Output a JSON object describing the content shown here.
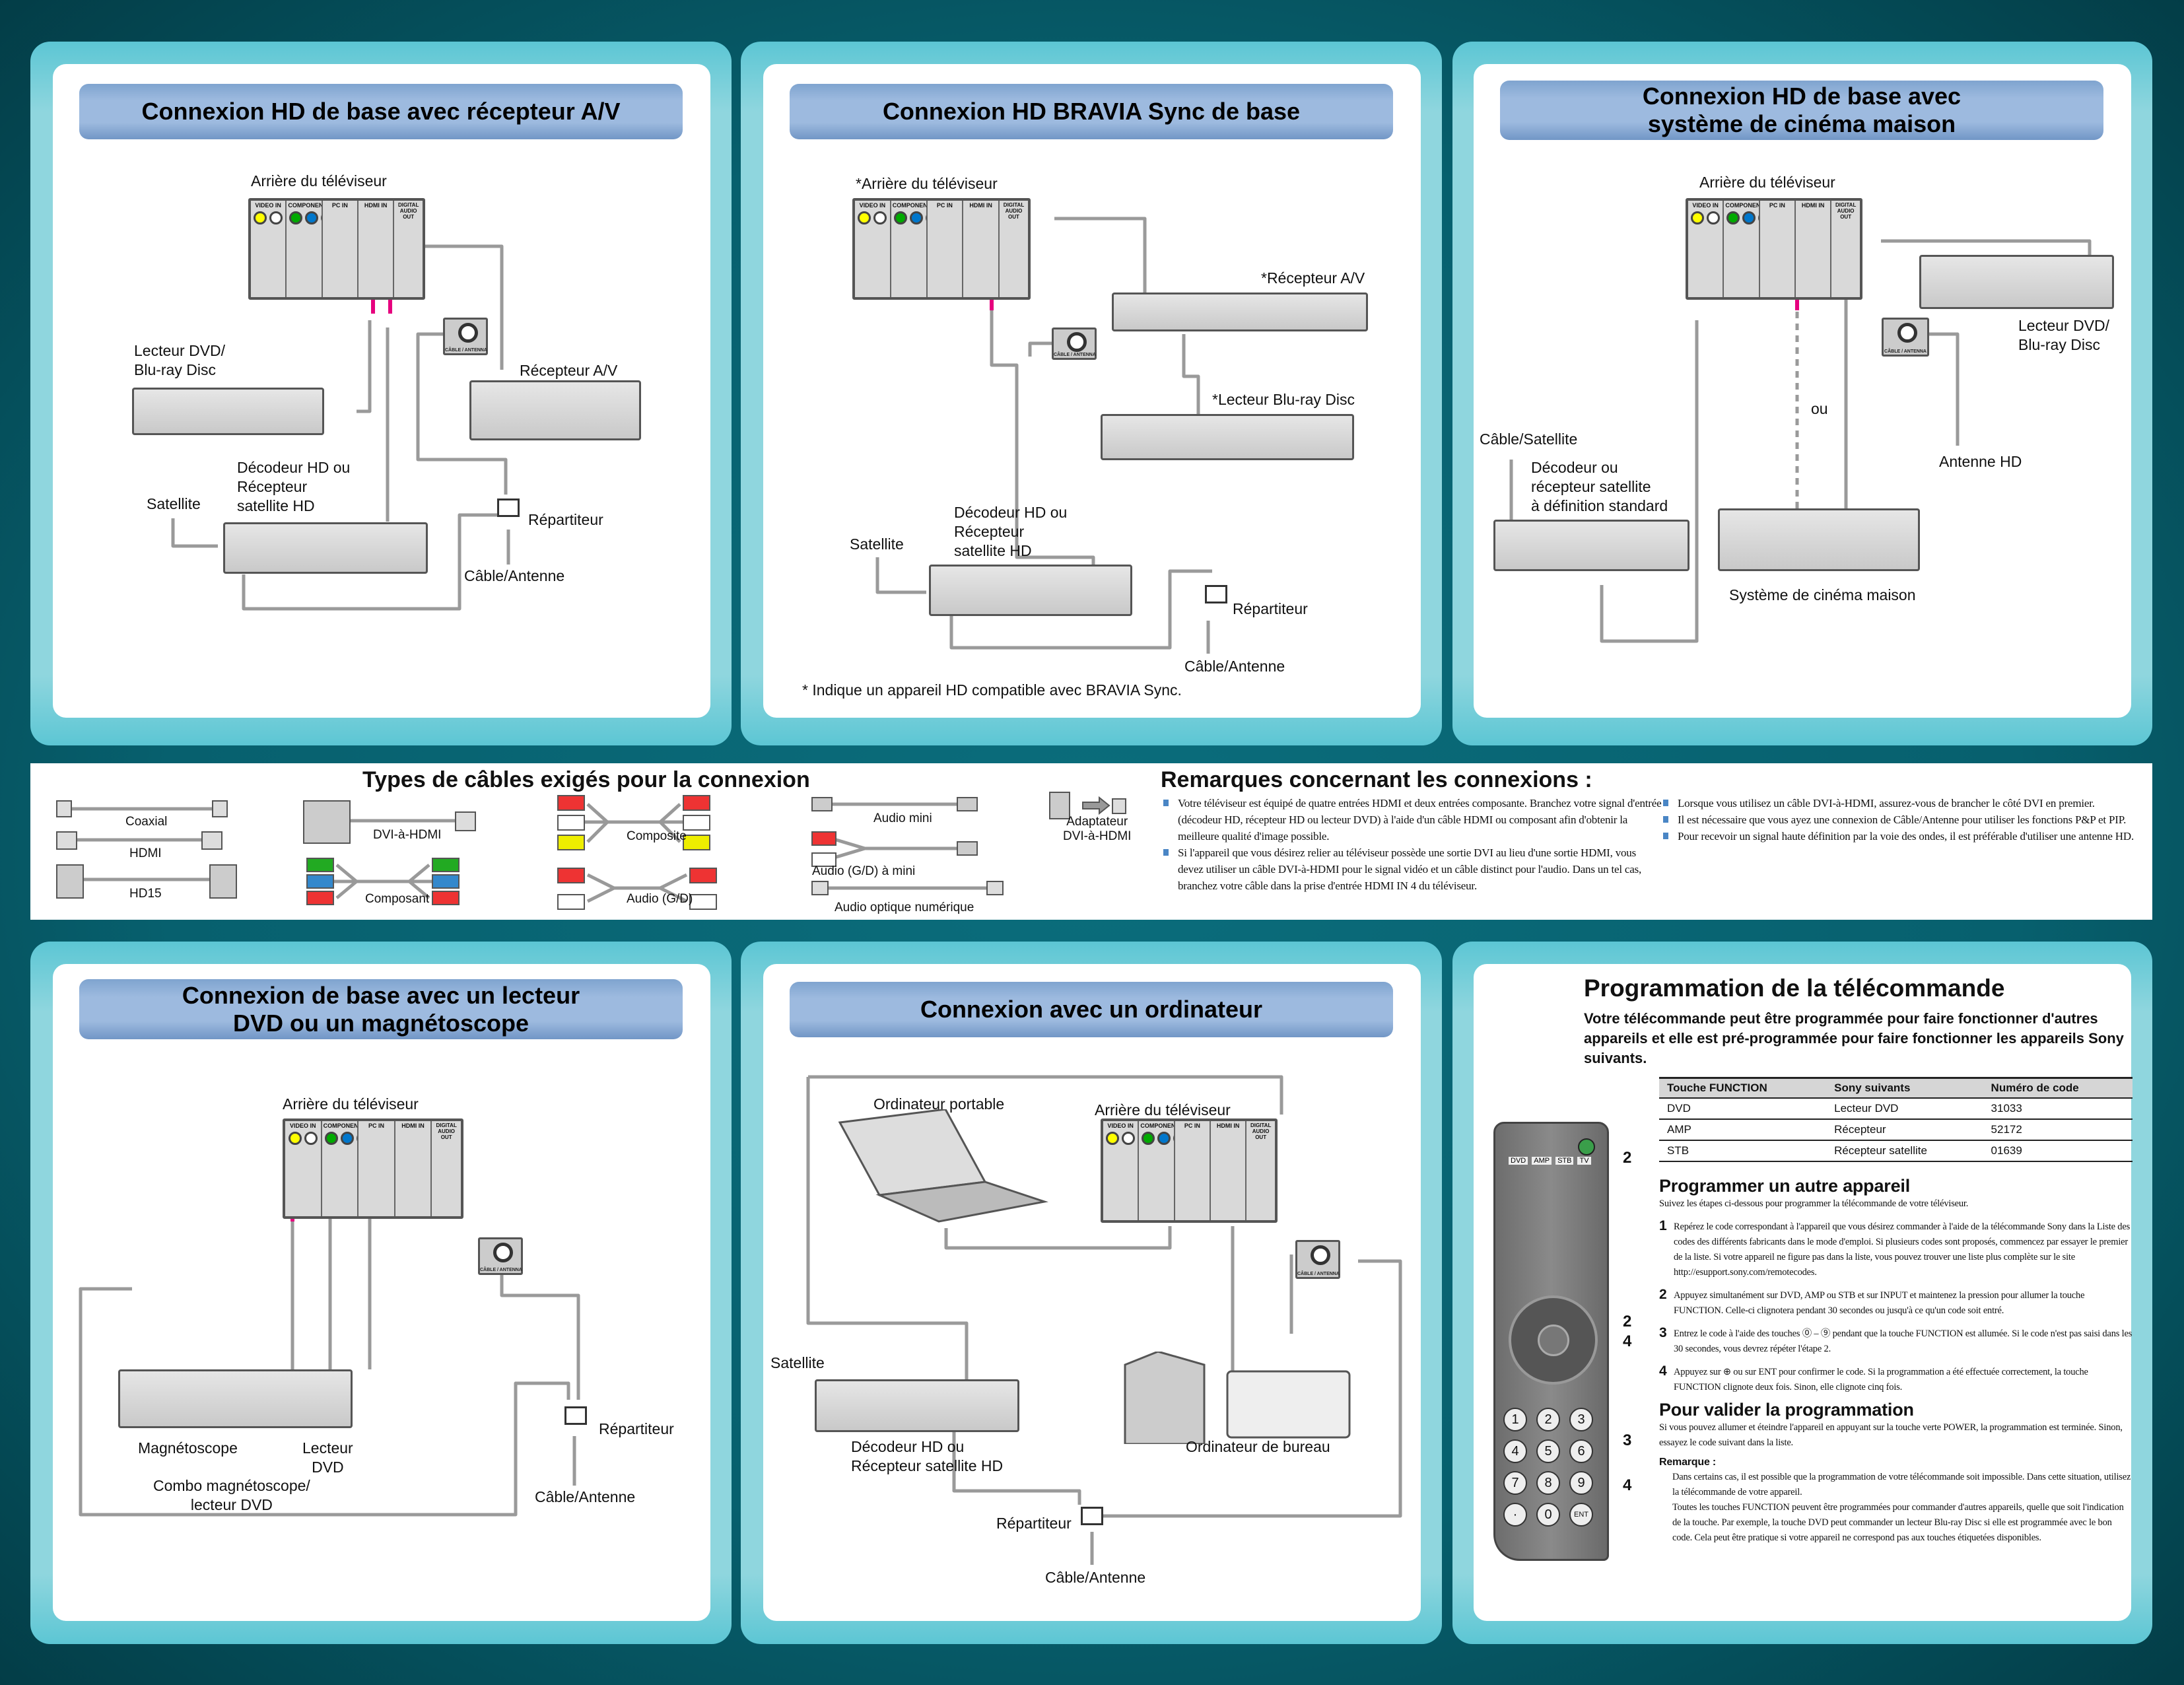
{
  "tv_panel": {
    "video_in": "VIDEO IN",
    "component_in": "COMPONENT IN",
    "pc_in": "PC IN",
    "hdmi_in": "HDMI IN",
    "digital_audio_out": "DIGITAL AUDIO OUT"
  },
  "cable_box_label": "CÂBLE / ANTENNA",
  "panels": [
    {
      "title": "Connexion HD de base avec récepteur A/V",
      "labels": {
        "tv_back": "Arrière du téléviseur",
        "dvd": "Lecteur DVD/\nBlu-ray Disc",
        "receiver": "Récepteur A/V",
        "decoder": "Décodeur HD ou\nRécepteur\nsatellite HD",
        "satellite": "Satellite",
        "splitter": "Répartiteur",
        "cable_antenna": "Câble/Antenne"
      }
    },
    {
      "title": "Connexion HD BRAVIA Sync de base",
      "labels": {
        "tv_back": "*Arrière du téléviseur",
        "receiver": "*Récepteur A/V",
        "bluray": "*Lecteur Blu-ray Disc",
        "decoder": "Décodeur HD ou\nRécepteur\nsatellite HD",
        "satellite": "Satellite",
        "splitter": "Répartiteur",
        "cable_antenna": "Câble/Antenne",
        "footnote": "* Indique un appareil HD compatible avec BRAVIA Sync."
      }
    },
    {
      "title": "Connexion HD de base avec\nsystème de cinéma maison",
      "labels": {
        "tv_back": "Arrière du téléviseur",
        "dvd": "Lecteur DVD/\nBlu-ray Disc",
        "or": "ou",
        "cable_satellite": "Câble/Satellite",
        "antenna": "Antenne HD",
        "decoder": "Décodeur ou\nrécepteur satellite\nà définition standard",
        "home_theater": "Système de cinéma maison"
      }
    },
    {
      "title": "Connexion de base avec un lecteur\nDVD ou un magnétoscope",
      "labels": {
        "tv_back": "Arrière du téléviseur",
        "vcr": "Magnétoscope",
        "dvd": "Lecteur\nDVD",
        "combo": "Combo magnétoscope/\nlecteur DVD",
        "splitter": "Répartiteur",
        "cable_antenna": "Câble/Antenne"
      }
    },
    {
      "title": "Connexion avec un ordinateur",
      "labels": {
        "laptop": "Ordinateur portable",
        "tv_back": "Arrière du téléviseur",
        "satellite": "Satellite",
        "decoder": "Décodeur HD ou\nRécepteur satellite HD",
        "desktop": "Ordinateur de bureau",
        "splitter": "Répartiteur",
        "cable_antenna": "Câble/Antenne"
      }
    }
  ],
  "cables": {
    "title": "Types de câbles exigés pour la connexion",
    "items": {
      "coaxial": "Coaxial",
      "hdmi": "HDMI",
      "hd15": "HD15",
      "dvi_hdmi": "DVI-à-HDMI",
      "composite": "Composite",
      "component": "Composant",
      "audio_lr": "Audio (G/D)",
      "audio_mini": "Audio mini",
      "audio_lr_mini": "Audio (G/D) à mini",
      "optical": "Audio optique numérique",
      "adapter": "Adaptateur\nDVI-à-HDMI"
    }
  },
  "remarks": {
    "title": "Remarques concernant les connexions :",
    "col1": [
      "Votre téléviseur est équipé de quatre entrées HDMI et deux entrées composante. Branchez votre signal d'entrée (décodeur HD, récepteur HD ou lecteur DVD) à l'aide d'un câble HDMI ou composant afin d'obtenir la meilleure qualité d'image possible.",
      "Si l'appareil que vous désirez relier au téléviseur possède une sortie DVI au lieu d'une sortie HDMI, vous devez utiliser un câble DVI-à-HDMI pour le signal vidéo et un câble distinct pour l'audio. Dans un tel cas, branchez votre câble dans la prise d'entrée HDMI IN 4 du téléviseur."
    ],
    "col2": [
      "Lorsque vous utilisez un câble DVI-à-HDMI, assurez-vous de brancher le côté DVI en premier.",
      "Il est nécessaire que vous ayez une connexion de Câble/Antenne pour utiliser les fonctions P&P et PIP.",
      "Pour recevoir un signal haute définition par la voie des ondes, il est préférable d'utiliser une antenne HD."
    ]
  },
  "programming": {
    "title": "Programmation de la télécommande",
    "subtitle": "Votre télécommande peut être programmée pour faire fonctionner d'autres appareils et elle est pré-programmée pour faire fonctionner les appareils Sony suivants.",
    "table": {
      "headers": [
        "Touche FUNCTION",
        "Sony suivants",
        "Numéro de code"
      ],
      "rows": [
        [
          "DVD",
          "Lecteur DVD",
          "31033"
        ],
        [
          "AMP",
          "Récepteur",
          "52172"
        ],
        [
          "STB",
          "Récepteur satellite",
          "01639"
        ]
      ]
    },
    "other_title": "Programmer un autre appareil",
    "other_intro": "Suivez les étapes ci-dessous pour programmer la télécommande de votre téléviseur.",
    "steps": [
      {
        "n": "1",
        "text": "Repérez le code correspondant à l'appareil que vous désirez commander à l'aide de la télécommande Sony dans la Liste des codes des différents fabricants dans le mode d'emploi. Si plusieurs codes sont proposés, commencez par essayer le premier de la liste. Si votre appareil ne figure pas dans la liste, vous pouvez trouver une liste plus complète sur le site http://esupport.sony.com/remotecodes."
      },
      {
        "n": "2",
        "text": "Appuyez simultanément sur DVD, AMP ou STB et sur INPUT et maintenez la pression pour allumer la touche FUNCTION. Celle-ci clignotera pendant 30 secondes ou jusqu'à ce qu'un code soit entré."
      },
      {
        "n": "3",
        "text": "Entrez le code à l'aide des touches ⓪ – ⑨ pendant que la touche FUNCTION est allumée. Si le code n'est pas saisi dans les 30 secondes, vous devrez répéter l'étape 2."
      },
      {
        "n": "4",
        "text": "Appuyez sur ⊕ ou sur ENT pour confirmer le code. Si la programmation a été effectuée correctement, la touche FUNCTION clignote deux fois. Sinon, elle clignote cinq fois."
      }
    ],
    "validate_title": "Pour valider la programmation",
    "validate_text": "Si vous pouvez allumer et éteindre l'appareil en appuyant sur la touche verte POWER, la programmation est terminée. Sinon, essayez le code suivant dans la liste.",
    "note_title": "Remarque :",
    "notes": [
      "Dans certains cas, il est possible que la programmation de votre télécommande soit impossible. Dans cette situation, utilisez la télécommande de votre appareil.",
      "Toutes les touches FUNCTION peuvent être programmées pour commander d'autres appareils, quelle que soit l'indication de la touche. Par exemple, la touche DVD peut commander un lecteur Blu-ray Disc si elle est programmée avec le bon code. Cela peut être pratique si votre appareil ne correspond pas aux touches étiquetées disponibles."
    ],
    "remote": {
      "keypad": [
        "1",
        "2",
        "3",
        "4",
        "5",
        "6",
        "7",
        "8",
        "9",
        "·",
        "0",
        "ENT"
      ],
      "callouts": [
        "2",
        "2",
        "4",
        "3",
        "4"
      ],
      "top_labels": [
        "DVD",
        "AMP",
        "STB",
        "TV"
      ]
    }
  },
  "colors": {
    "background": "#07606e",
    "panel": "#8fd6de",
    "title_bar": "#9dbadf",
    "hdmi_cable": "#e6007e",
    "cable": "#999999",
    "bullet": "#4a86c5"
  }
}
